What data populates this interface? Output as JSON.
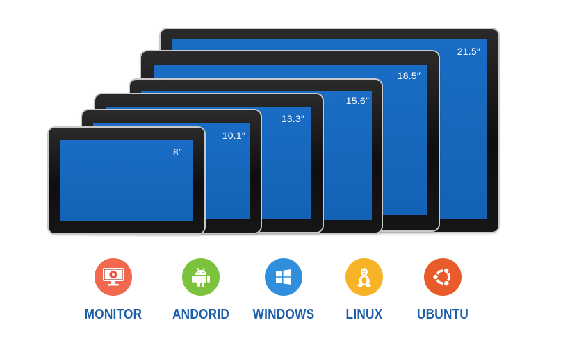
{
  "tablets": [
    {
      "size": "21.5″"
    },
    {
      "size": "18.5″"
    },
    {
      "size": "15.6″"
    },
    {
      "size": "13.3″"
    },
    {
      "size": "10.1″"
    },
    {
      "size": "8″"
    }
  ],
  "os": [
    {
      "label": "MONITOR",
      "icon": "monitor-play-icon",
      "color": "#f2694f"
    },
    {
      "label": "ANDORID",
      "icon": "android-icon",
      "color": "#7cc23d"
    },
    {
      "label": "WINDOWS",
      "icon": "windows-icon",
      "color": "#2f8fdc"
    },
    {
      "label": "LINUX",
      "icon": "linux-tux-icon",
      "color": "#f5b325"
    },
    {
      "label": "UBUNTU",
      "icon": "ubuntu-icon",
      "color": "#e85c2b"
    }
  ],
  "colors": {
    "screen": "#1766bd",
    "bezel": "#111111",
    "label": "#1e5fa8"
  }
}
